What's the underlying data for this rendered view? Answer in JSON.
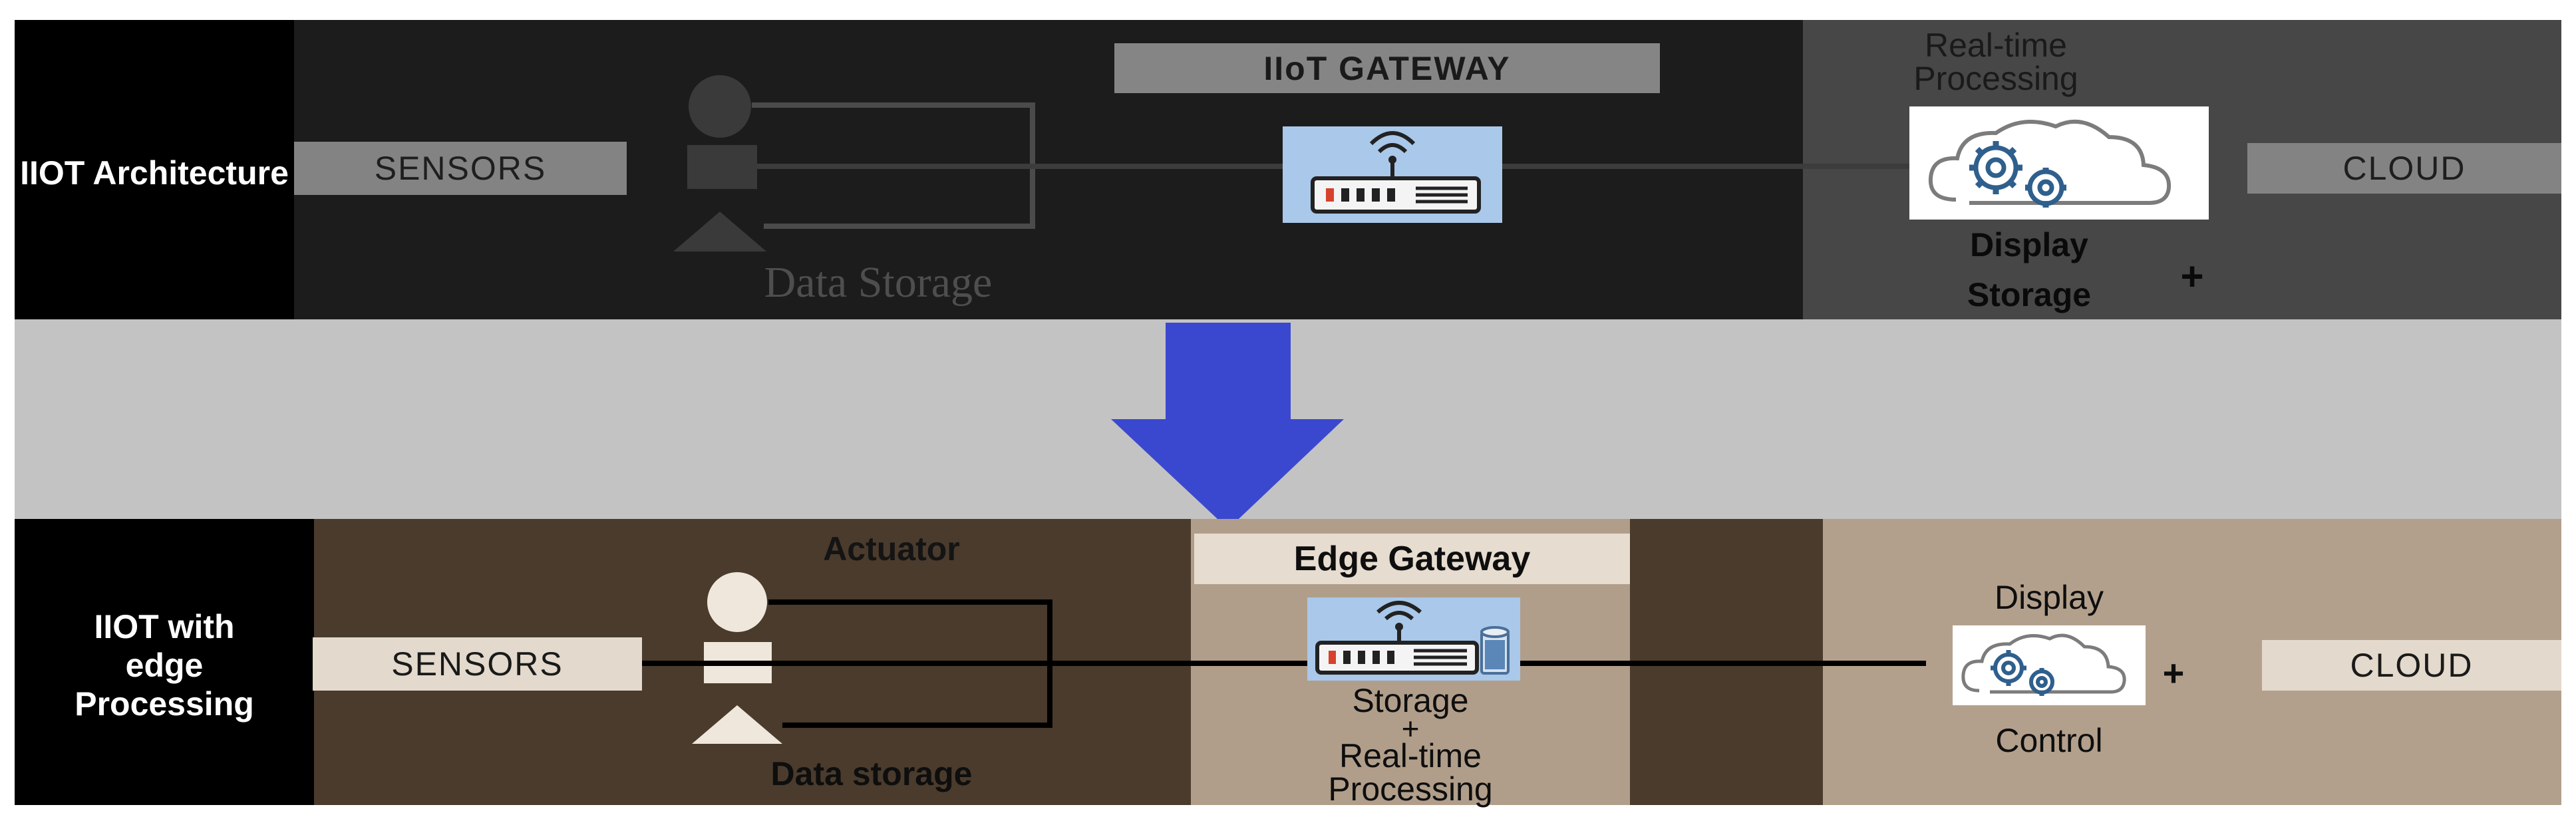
{
  "top": {
    "sidebar_title": "IIOT Architecture",
    "sensors_label": "SENSORS",
    "data_storage_label": "Data Storage",
    "gateway_label": "IIoT GATEWAY",
    "realtime_label_line1": "Real-time",
    "realtime_label_line2": "Processing",
    "cloud_label": "CLOUD",
    "display_label": "Display",
    "storage_label": "Storage",
    "plus_sign": "+"
  },
  "bottom": {
    "sidebar_title": "IIOT with edge Processing",
    "sensors_label": "SENSORS",
    "actuator_label": "Actuator",
    "data_storage_label": "Data storage",
    "edge_gateway_label": "Edge Gateway",
    "gateway_caption_line1": "Storage",
    "gateway_caption_line2": "+",
    "gateway_caption_line3": "Real-time",
    "gateway_caption_line4": "Processing",
    "display_label": "Display",
    "control_label": "Control",
    "plus_sign": "+",
    "cloud_label": "CLOUD"
  },
  "icons": {
    "router": "router-icon",
    "cloud_gears": "cloud-gears-icon",
    "arrow": "down-arrow-icon",
    "sensor_shapes": "sensor-shapes-icon"
  },
  "colors": {
    "top_bg": "#1a1a1a",
    "top_right_bg": "#444444",
    "middle_band": "#c2c2c2",
    "bottom_bg": "#4a3b2d",
    "bottom_light": "#b3a08c",
    "arrow_blue": "#3a48d0",
    "router_bg": "#a9c8ea"
  }
}
